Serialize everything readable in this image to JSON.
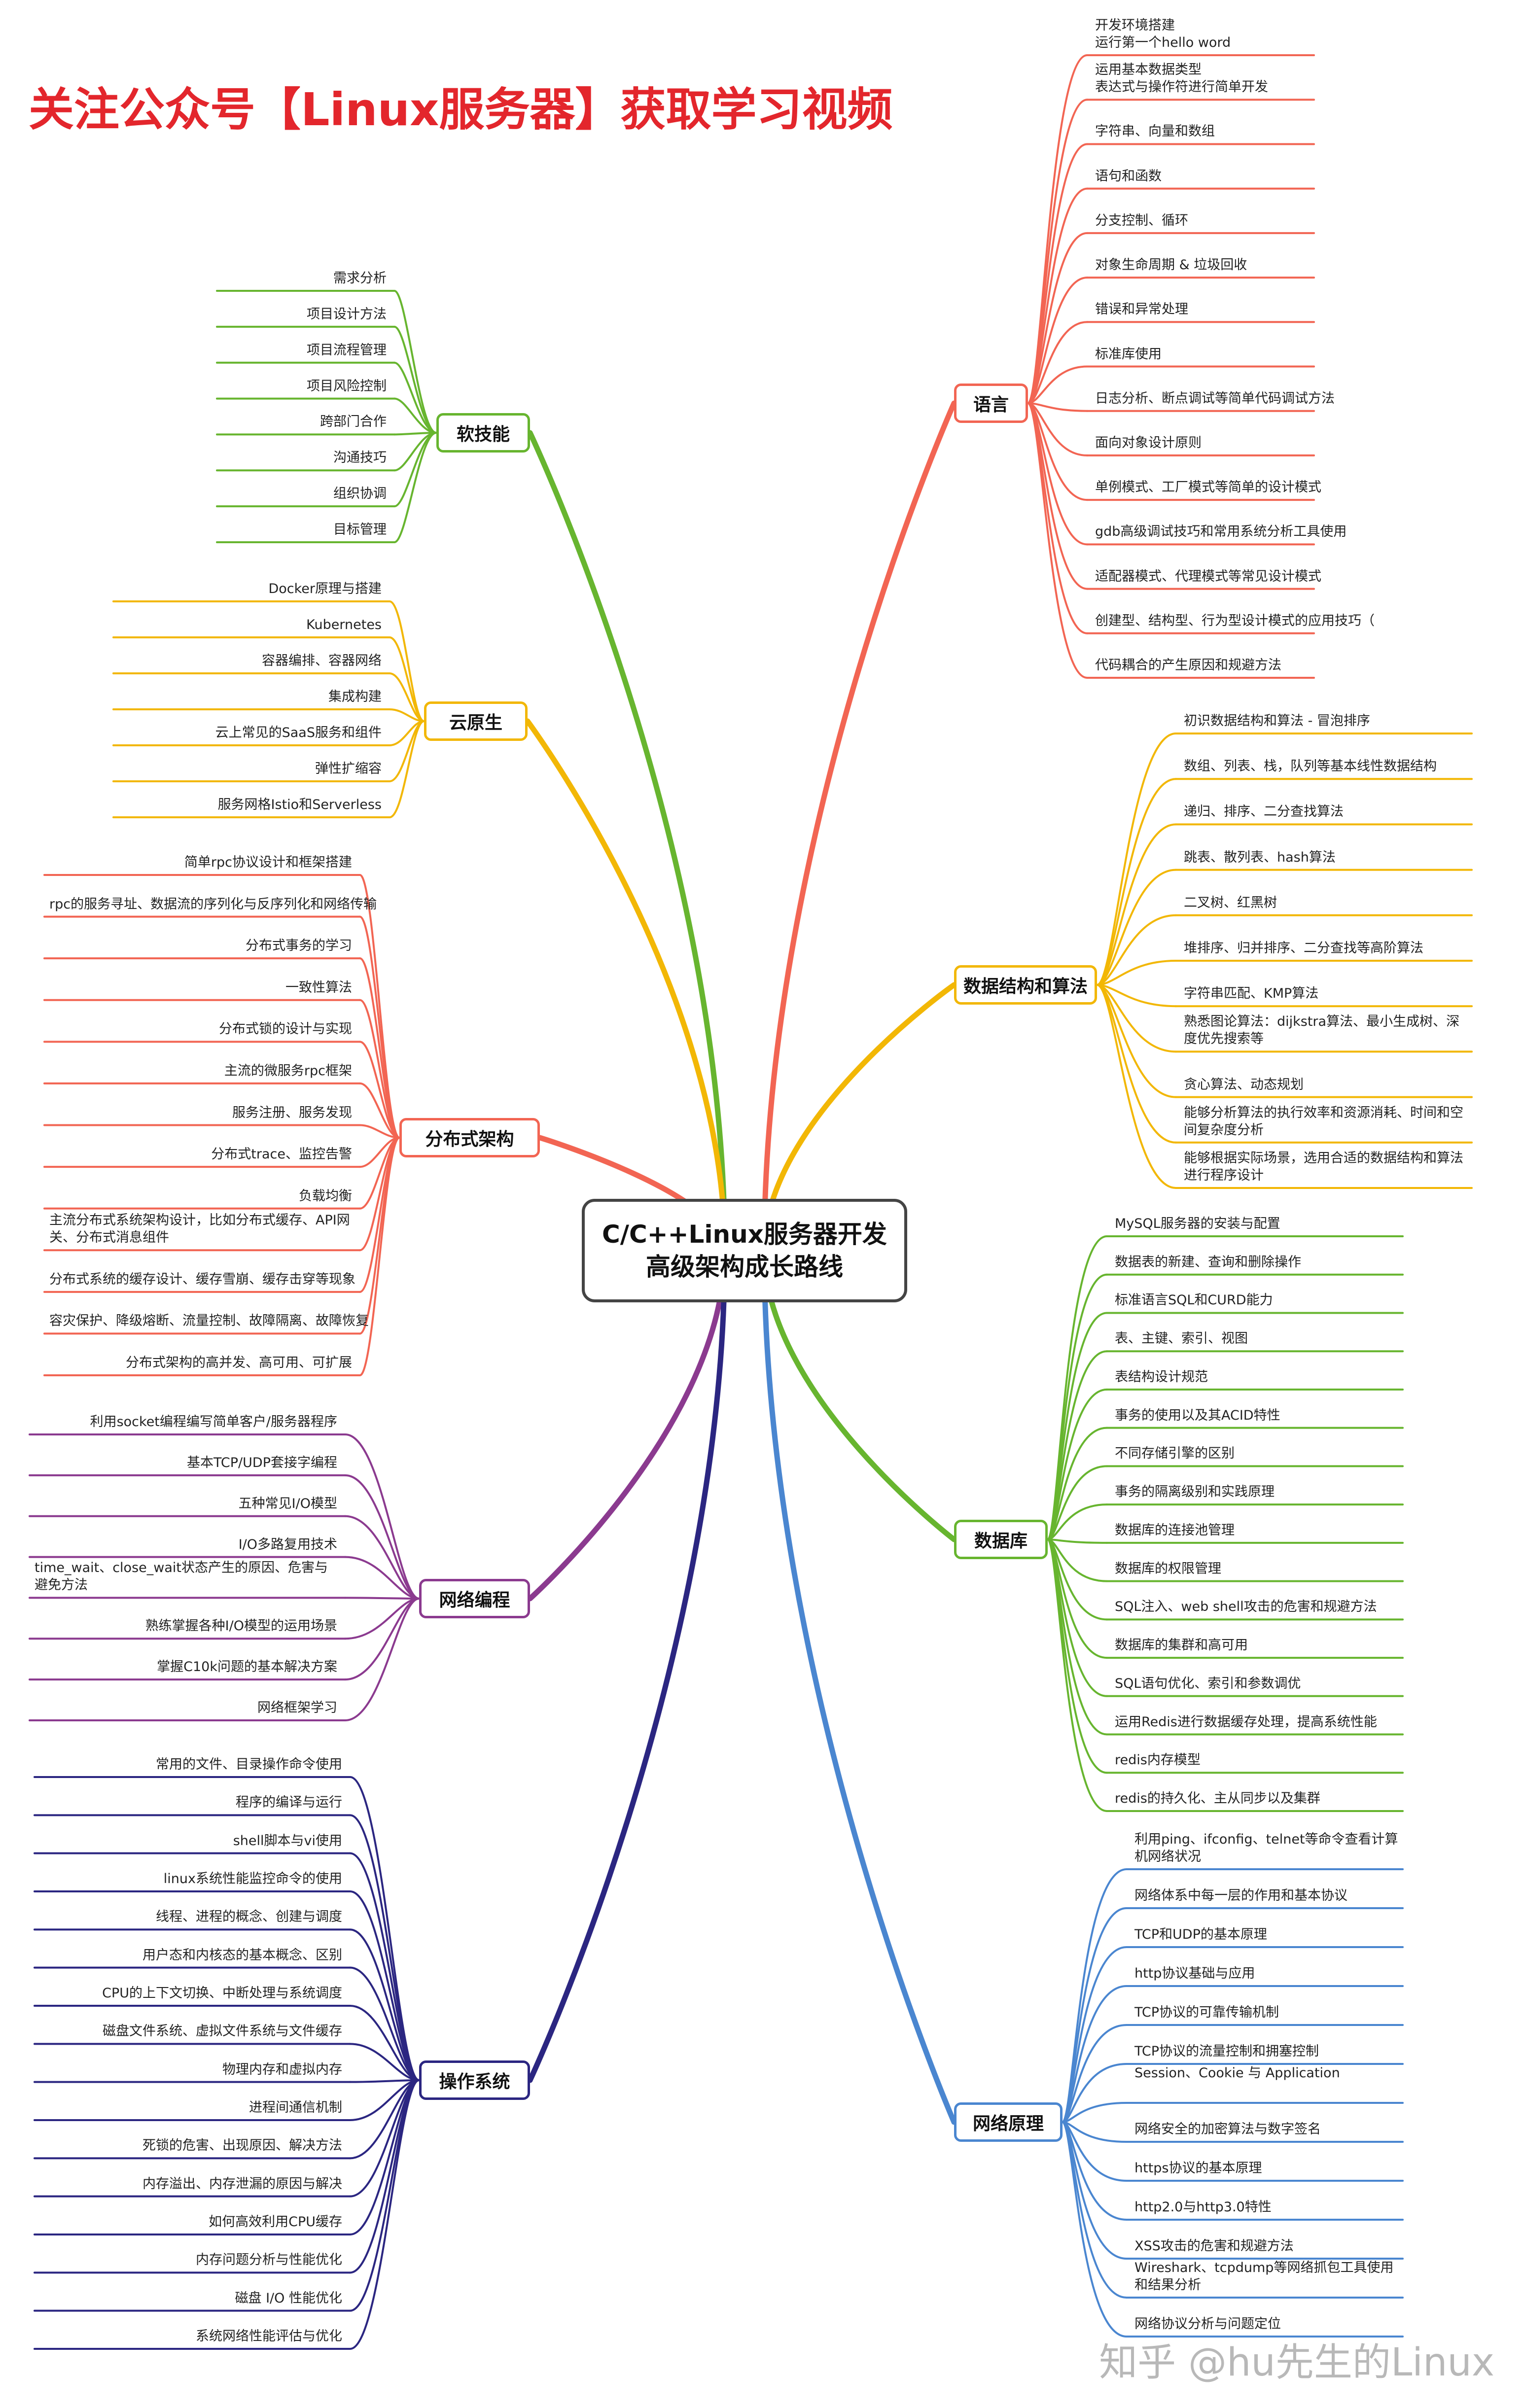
{
  "banner": "关注公众号【Linux服务器】获取学习视频",
  "watermark": "知乎 @hu先生的Linux",
  "center": {
    "line1": "C/C++Linux服务器开发",
    "line2": "高级架构成长路线"
  },
  "colors": {
    "banner": "#e3262c",
    "language": "#f26553",
    "algorithms": "#f2b705",
    "database": "#67b52f",
    "network_principles": "#4a86d0",
    "soft_skills": "#67b52f",
    "cloud_native": "#f2b705",
    "distributed": "#f26553",
    "network_programming": "#8b3a8f",
    "operating_system": "#2b2681"
  },
  "branches": [
    {
      "id": "language",
      "label": "语言",
      "side": "right",
      "items": [
        "开发环境搭建\n运行第一个hello word",
        "运用基本数据类型\n表达式与操作符进行简单开发",
        "字符串、向量和数组",
        "语句和函数",
        "分支控制、循环",
        "对象生命周期 & 垃圾回收",
        "错误和异常处理",
        "标准库使用",
        "日志分析、断点调试等简单代码调试方法",
        "面向对象设计原则",
        "单例模式、工厂模式等简单的设计模式",
        "gdb高级调试技巧和常用系统分析工具使用",
        "适配器模式、代理模式等常见设计模式",
        "创建型、结构型、行为型设计模式的应用技巧（",
        "代码耦合的产生原因和规避方法"
      ]
    },
    {
      "id": "algorithms",
      "label": "数据结构和算法",
      "side": "right",
      "items": [
        "初识数据结构和算法 - 冒泡排序",
        "数组、列表、栈，队列等基本线性数据结构",
        "递归、排序、二分查找算法",
        "跳表、散列表、hash算法",
        "二叉树、红黑树",
        "堆排序、归并排序、二分查找等高阶算法",
        "字符串匹配、KMP算法",
        "熟悉图论算法：dijkstra算法、最小生成树、深度优先搜索等",
        "贪心算法、动态规划",
        "能够分析算法的执行效率和资源消耗、时间和空间复杂度分析",
        "能够根据实际场景，选用合适的数据结构和算法进行程序设计"
      ]
    },
    {
      "id": "database",
      "label": "数据库",
      "side": "right",
      "items": [
        "MySQL服务器的安装与配置",
        "数据表的新建、查询和删除操作",
        "标准语言SQL和CURD能力",
        "表、主键、索引、视图",
        "表结构设计规范",
        "事务的使用以及其ACID特性",
        "不同存储引擎的区别",
        "事务的隔离级别和实践原理",
        "数据库的连接池管理",
        "数据库的权限管理",
        "SQL注入、web shell攻击的危害和规避方法",
        "数据库的集群和高可用",
        "SQL语句优化、索引和参数调优",
        "运用Redis进行数据缓存处理，提高系统性能",
        "redis内存模型",
        "redis的持久化、主从同步以及集群"
      ]
    },
    {
      "id": "network_principles",
      "label": "网络原理",
      "side": "right",
      "items": [
        "利用ping、ifconfig、telnet等命令查看计算机网络状况",
        "网络体系中每一层的作用和基本协议",
        "TCP和UDP的基本原理",
        "http协议基础与应用",
        "TCP协议的可靠传输机制",
        "TCP协议的流量控制和拥塞控制",
        "Session、Cookie 与 Application",
        "网络安全的加密算法与数字签名",
        "https协议的基本原理",
        "http2.0与http3.0特性",
        "XSS攻击的危害和规避方法",
        "Wireshark、tcpdump等网络抓包工具使用和结果分析",
        "网络协议分析与问题定位"
      ]
    },
    {
      "id": "soft_skills",
      "label": "软技能",
      "side": "left",
      "items": [
        "需求分析",
        "项目设计方法",
        "项目流程管理",
        "项目风险控制",
        "跨部门合作",
        "沟通技巧",
        "组织协调",
        "目标管理"
      ]
    },
    {
      "id": "cloud_native",
      "label": "云原生",
      "side": "left",
      "items": [
        "Docker原理与搭建",
        "Kubernetes",
        "容器编排、容器网络",
        "集成构建",
        "云上常见的SaaS服务和组件",
        "弹性扩缩容",
        "服务网格Istio和Serverless"
      ]
    },
    {
      "id": "distributed",
      "label": "分布式架构",
      "side": "left",
      "items": [
        "简单rpc协议设计和框架搭建",
        "rpc的服务寻址、数据流的序列化与反序列化和网络传输",
        "分布式事务的学习",
        "一致性算法",
        "分布式锁的设计与实现",
        "主流的微服务rpc框架",
        "服务注册、服务发现",
        "分布式trace、监控告警",
        "负载均衡",
        "主流分布式系统架构设计，比如分布式缓存、API网关、分布式消息组件",
        "分布式系统的缓存设计、缓存雪崩、缓存击穿等现象",
        "容灾保护、降级熔断、流量控制、故障隔离、故障恢复",
        "分布式架构的高并发、高可用、可扩展"
      ]
    },
    {
      "id": "network_programming",
      "label": "网络编程",
      "side": "left",
      "items": [
        "利用socket编程编写简单客户/服务器程序",
        "基本TCP/UDP套接字编程",
        "五种常见I/O模型",
        "I/O多路复用技术",
        "time_wait、close_wait状态产生的原因、危害与避免方法",
        "熟练掌握各种I/O模型的运用场景",
        "掌握C10k问题的基本解决方案",
        "网络框架学习"
      ]
    },
    {
      "id": "operating_system",
      "label": "操作系统",
      "side": "left",
      "items": [
        "常用的文件、目录操作命令使用",
        "程序的编译与运行",
        "shell脚本与vi使用",
        "linux系统性能监控命令的使用",
        "线程、进程的概念、创建与调度",
        "用户态和内核态的基本概念、区别",
        "CPU的上下文切换、中断处理与系统调度",
        "磁盘文件系统、虚拟文件系统与文件缓存",
        "物理内存和虚拟内存",
        "进程间通信机制",
        "死锁的危害、出现原因、解决方法",
        "内存溢出、内存泄漏的原因与解决",
        "如何高效利用CPU缓存",
        "内存问题分析与性能优化",
        "磁盘 I/O 性能优化",
        "系统网络性能评估与优化"
      ]
    }
  ]
}
